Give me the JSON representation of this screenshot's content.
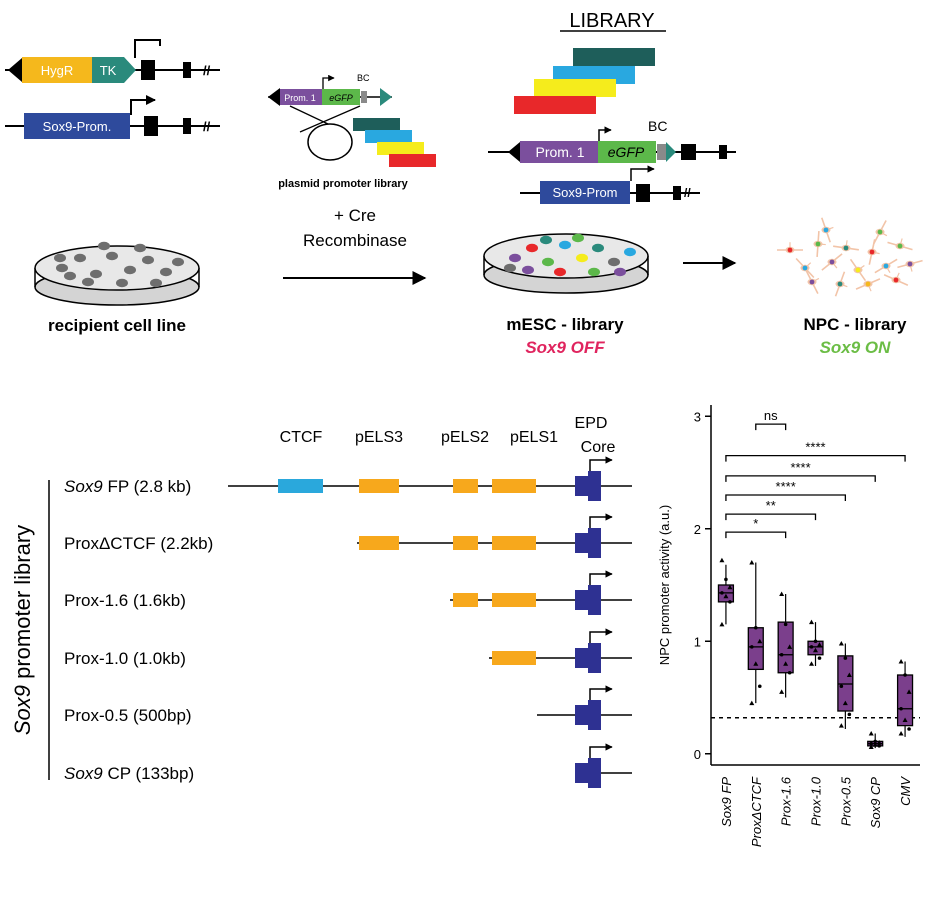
{
  "top_panel": {
    "construct_hygr": "HygR",
    "construct_tk": "TK",
    "construct_sox9_prom": "Sox9-Prom.",
    "plasmid_prom": "Prom. 1",
    "plasmid_egfp": "eGFP",
    "plasmid_bc": "BC",
    "plasmid_caption": "plasmid promoter library",
    "cre_line1": "+ Cre",
    "cre_line2": "Recombinase",
    "library_title": "LIBRARY",
    "library_prom": "Prom. 1",
    "library_egfp": "eGFP",
    "library_bc": "BC",
    "library_sox9_prom": "Sox9-Prom",
    "recipient_label": "recipient cell line",
    "mesc_label": "mESC - library",
    "mesc_state": "Sox9 OFF",
    "npc_label": "NPC - library",
    "npc_state": "Sox9 ON"
  },
  "colors": {
    "hygr": "#f5b81c",
    "tk": "#2a8a7c",
    "sox9_prom": "#2e4a9c",
    "prom1": "#7b4f9d",
    "egfp": "#5cb84a",
    "bc": "#8a8a8a",
    "lib_teal": "#1e5e5a",
    "lib_cyan": "#29a8e0",
    "lib_yellow": "#f5ec1c",
    "lib_red": "#e8282a",
    "ctcf": "#2aa8dc",
    "enhancer": "#f7a81c",
    "core": "#2e3192",
    "box_fill": "#7b3f8c",
    "sox9_off": "#e0245e",
    "sox9_on": "#6bbd45"
  },
  "promoter_library": {
    "side_label_italic": "Sox9",
    "side_label_rest": " promoter library",
    "element_labels": {
      "ctcf": "CTCF",
      "pels3": "pELS3",
      "pels2": "pELS2",
      "pels1": "pELS1",
      "epd_line1": "EPD",
      "epd_line2": "Core"
    },
    "rows": [
      {
        "italic": "Sox9",
        "rest": " FP (2.8 kb)"
      },
      {
        "italic": "",
        "rest": "ProxΔCTCF (2.2kb)"
      },
      {
        "italic": "",
        "rest": "Prox-1.6 (1.6kb)"
      },
      {
        "italic": "",
        "rest": "Prox-1.0 (1.0kb)"
      },
      {
        "italic": "",
        "rest": "Prox-0.5 (500bp)"
      },
      {
        "italic": "Sox9",
        "rest": " CP (133bp)"
      }
    ]
  },
  "chart_data": {
    "type": "box",
    "ylabel": "NPC promoter activity (a.u.)",
    "xlabel": "",
    "ylim": [
      -0.1,
      3.1
    ],
    "yticks": [
      0,
      1,
      2,
      3
    ],
    "categories": [
      "Sox9 FP",
      "ProxΔCTCF",
      "Prox-1.6",
      "Prox-1.0",
      "Prox-0.5",
      "Sox9 CP",
      "CMV"
    ],
    "boxes": [
      {
        "q1": 1.35,
        "median": 1.43,
        "q3": 1.5,
        "whisker_low": 1.15,
        "whisker_high": 1.68
      },
      {
        "q1": 0.75,
        "median": 0.95,
        "q3": 1.12,
        "whisker_low": 0.45,
        "whisker_high": 1.7
      },
      {
        "q1": 0.72,
        "median": 0.88,
        "q3": 1.17,
        "whisker_low": 0.5,
        "whisker_high": 1.42
      },
      {
        "q1": 0.88,
        "median": 0.95,
        "q3": 1.0,
        "whisker_low": 0.78,
        "whisker_high": 1.17
      },
      {
        "q1": 0.38,
        "median": 0.62,
        "q3": 0.87,
        "whisker_low": 0.22,
        "whisker_high": 0.98
      },
      {
        "q1": 0.07,
        "median": 0.09,
        "q3": 0.11,
        "whisker_low": 0.05,
        "whisker_high": 0.18
      },
      {
        "q1": 0.25,
        "median": 0.4,
        "q3": 0.7,
        "whisker_low": 0.15,
        "whisker_high": 0.82
      }
    ],
    "points": [
      [
        1.72,
        1.55,
        1.48,
        1.43,
        1.4,
        1.35,
        1.15
      ],
      [
        1.7,
        1.12,
        1.0,
        0.95,
        0.8,
        0.6,
        0.45
      ],
      [
        1.42,
        1.15,
        0.95,
        0.88,
        0.8,
        0.72,
        0.55
      ],
      [
        1.17,
        1.0,
        0.97,
        0.95,
        0.92,
        0.85,
        0.8
      ],
      [
        0.98,
        0.85,
        0.7,
        0.6,
        0.45,
        0.35,
        0.25
      ],
      [
        0.18,
        0.11,
        0.1,
        0.09,
        0.08,
        0.07,
        0.06
      ],
      [
        0.82,
        0.7,
        0.55,
        0.4,
        0.3,
        0.22,
        0.18
      ]
    ],
    "threshold": 0.32,
    "significance": [
      {
        "from": 0,
        "to": 2,
        "label": "*",
        "y": 1.97
      },
      {
        "from": 0,
        "to": 3,
        "label": "**",
        "y": 2.13
      },
      {
        "from": 0,
        "to": 4,
        "label": "****",
        "y": 2.3
      },
      {
        "from": 0,
        "to": 5,
        "label": "****",
        "y": 2.47
      },
      {
        "from": 0,
        "to": 6,
        "label": "****",
        "y": 2.65
      },
      {
        "from": 1,
        "to": 2,
        "label": "ns",
        "y": 2.93
      }
    ]
  }
}
